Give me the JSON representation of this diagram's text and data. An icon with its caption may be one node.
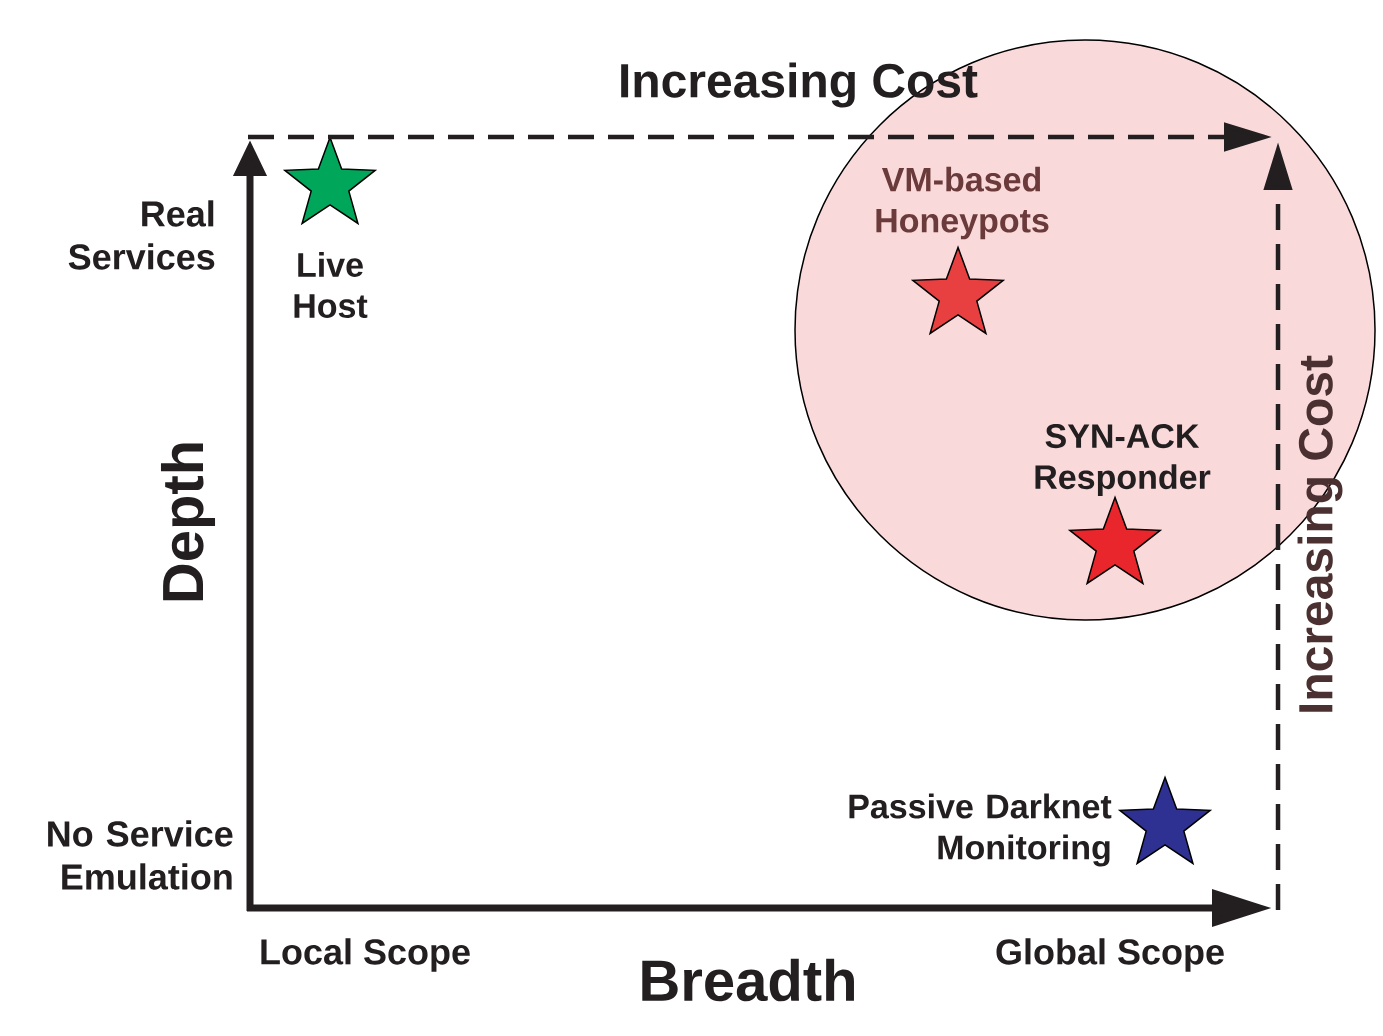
{
  "diagram": {
    "nodes": [
      {
        "text": [],
        "shape": "star",
        "beside": [
          "Live Host"
        ]
      },
      {
        "text": [],
        "shape": "circle"
      },
      {
        "text": [],
        "shape": "star",
        "beside": [
          "VM-based Honeypots"
        ],
        "in": 1
      },
      {
        "text": [],
        "shape": "star",
        "beside": [
          "SYN-ACK Responder"
        ],
        "in": 1
      },
      {
        "text": [],
        "shape": "star",
        "beside": [
          "Passive Darknet Monitoring"
        ]
      }
    ],
    "labels": [
      "Increasing Cost",
      "Real Services",
      "Increasing Cost",
      "Depth",
      "No Service Emulation",
      "Local Scope",
      "Breadth",
      "Global Scope"
    ]
  }
}
